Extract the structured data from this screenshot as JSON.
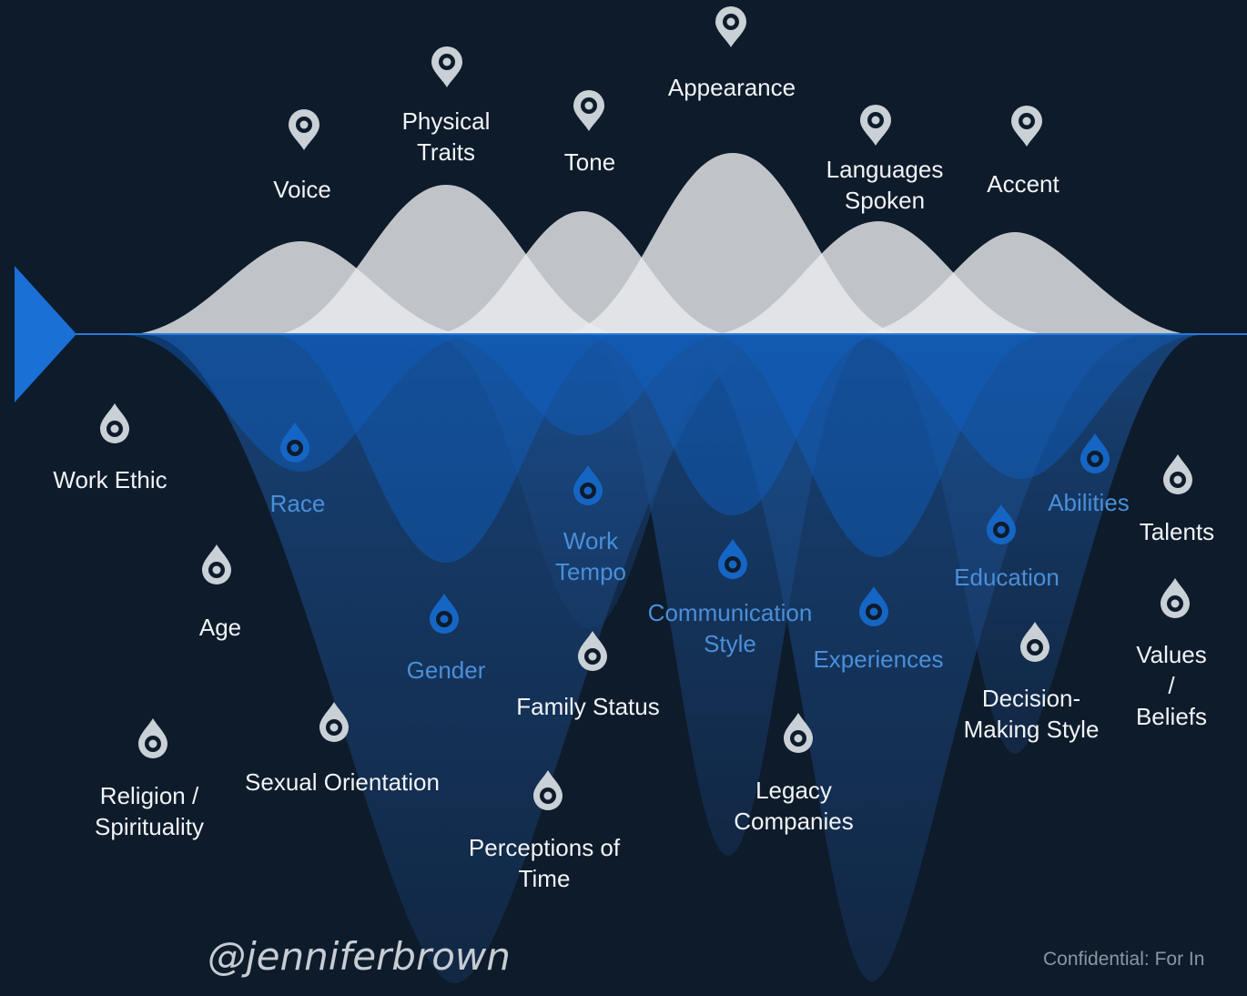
{
  "above_surface": [
    {
      "id": "voice",
      "label": "Voice",
      "icon": "pin-icon"
    },
    {
      "id": "physical-traits",
      "label": "Physical\nTraits",
      "icon": "pin-icon"
    },
    {
      "id": "tone",
      "label": "Tone",
      "icon": "pin-icon"
    },
    {
      "id": "appearance",
      "label": "Appearance",
      "icon": "pin-icon"
    },
    {
      "id": "languages-spoken",
      "label": "Languages\nSpoken",
      "icon": "pin-icon"
    },
    {
      "id": "accent",
      "label": "Accent",
      "icon": "pin-icon"
    }
  ],
  "below_surface": [
    {
      "id": "work-ethic",
      "label": "Work Ethic",
      "icon": "drop-icon",
      "color": "#f1f3f5"
    },
    {
      "id": "race",
      "label": "Race",
      "icon": "drop-icon",
      "color": "#4a8fda"
    },
    {
      "id": "age",
      "label": "Age",
      "icon": "drop-icon",
      "color": "#f1f3f5"
    },
    {
      "id": "gender",
      "label": "Gender",
      "icon": "drop-icon",
      "color": "#4a8fda"
    },
    {
      "id": "religion",
      "label": "Religion /\nSpirituality",
      "icon": "drop-icon",
      "color": "#f1f3f5"
    },
    {
      "id": "sexual-orientation",
      "label": "Sexual Orientation",
      "icon": "drop-icon",
      "color": "#f1f3f5"
    },
    {
      "id": "work-tempo",
      "label": "Work\nTempo",
      "icon": "drop-icon",
      "color": "#4a8fda"
    },
    {
      "id": "family-status",
      "label": "Family Status",
      "icon": "drop-icon",
      "color": "#f1f3f5"
    },
    {
      "id": "perceptions-of-time",
      "label": "Perceptions of\nTime",
      "icon": "drop-icon",
      "color": "#f1f3f5"
    },
    {
      "id": "communication-style",
      "label": "Communication\nStyle",
      "icon": "drop-icon",
      "color": "#4a8fda"
    },
    {
      "id": "legacy-companies",
      "label": "Legacy\nCompanies",
      "icon": "drop-icon",
      "color": "#f1f3f5"
    },
    {
      "id": "experiences",
      "label": "Experiences",
      "icon": "drop-icon",
      "color": "#4a8fda"
    },
    {
      "id": "education",
      "label": "Education",
      "icon": "drop-icon",
      "color": "#4a8fda"
    },
    {
      "id": "abilities",
      "label": "Abilities",
      "icon": "drop-icon",
      "color": "#4a8fda"
    },
    {
      "id": "decision-making-style",
      "label": "Decision-\nMaking Style",
      "icon": "drop-icon",
      "color": "#f1f3f5"
    },
    {
      "id": "talents",
      "label": "Talents",
      "icon": "drop-icon",
      "color": "#f1f3f5"
    },
    {
      "id": "values-beliefs",
      "label": "Values /\nBeliefs",
      "icon": "drop-icon",
      "color": "#f1f3f5"
    }
  ],
  "handle": "@jenniferbrown",
  "footer": "Confidential: For In",
  "colors": {
    "background": "#0d1b2b",
    "peak": "#d6d8dc",
    "peak_bright": "#f4f5f7",
    "water": "#0f5fc0",
    "surface_line": "#2a7ad8",
    "highlight_text": "#4a8fda",
    "icon_light": "#c9d0d6",
    "icon_blue": "#1566c4"
  }
}
